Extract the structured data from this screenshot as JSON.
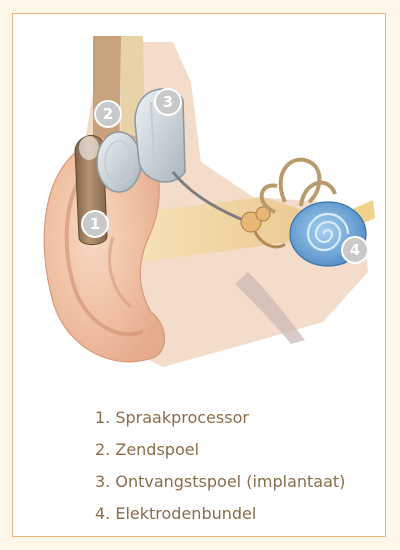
{
  "diagram": {
    "callouts": [
      {
        "number": "1"
      },
      {
        "number": "2"
      },
      {
        "number": "3"
      },
      {
        "number": "4"
      }
    ],
    "legend": [
      "1. Spraakprocessor",
      "2. Zendspoel",
      "3. Ontvangstspoel (implantaat)",
      "4. Elektrodenbundel"
    ]
  },
  "colors": {
    "frame_border": "#f0b47c",
    "legend_text": "#8a6d4c",
    "badge": "#c9c9c9",
    "cochlea": "#5f9fd6",
    "skin": "#f1c5a8",
    "processor": "#9a7b5c"
  }
}
